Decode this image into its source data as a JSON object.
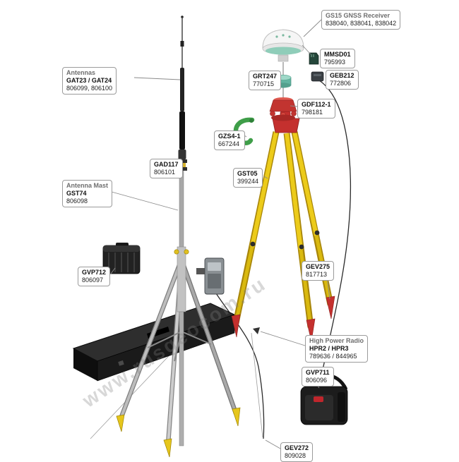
{
  "watermark": "www.rusgeocom.ru",
  "labels": {
    "gs15": {
      "title": "GS15 GNSS Receiver",
      "num": "838040, 838041, 838042"
    },
    "mmsd01": {
      "code": "MMSD01",
      "num": "795993"
    },
    "geb212": {
      "code": "GEB212",
      "num": "772806"
    },
    "grt247": {
      "code": "GRT247",
      "num": "770715"
    },
    "gdf112": {
      "code": "GDF112-1",
      "num": "798181"
    },
    "gzs4": {
      "code": "GZS4-1",
      "num": "667244"
    },
    "gst05": {
      "code": "GST05",
      "num": "399244"
    },
    "gev275": {
      "code": "GEV275",
      "num": "817713"
    },
    "antennas": {
      "title": "Antennas",
      "code": "GAT23 / GAT24",
      "num": "806099, 806100"
    },
    "gad117": {
      "code": "GAD117",
      "num": "806101"
    },
    "mast": {
      "title": "Antenna Mast",
      "code": "GST74",
      "num": "806098"
    },
    "gvp712": {
      "code": "GVP712",
      "num": "806097"
    },
    "hpr": {
      "title": "High Power Radio",
      "code": "HPR2 / HPR3",
      "num": "789636 / 844965"
    },
    "gvp711": {
      "code": "GVP711",
      "num": "806096"
    },
    "gev272": {
      "code": "GEV272",
      "num": "809028"
    }
  }
}
